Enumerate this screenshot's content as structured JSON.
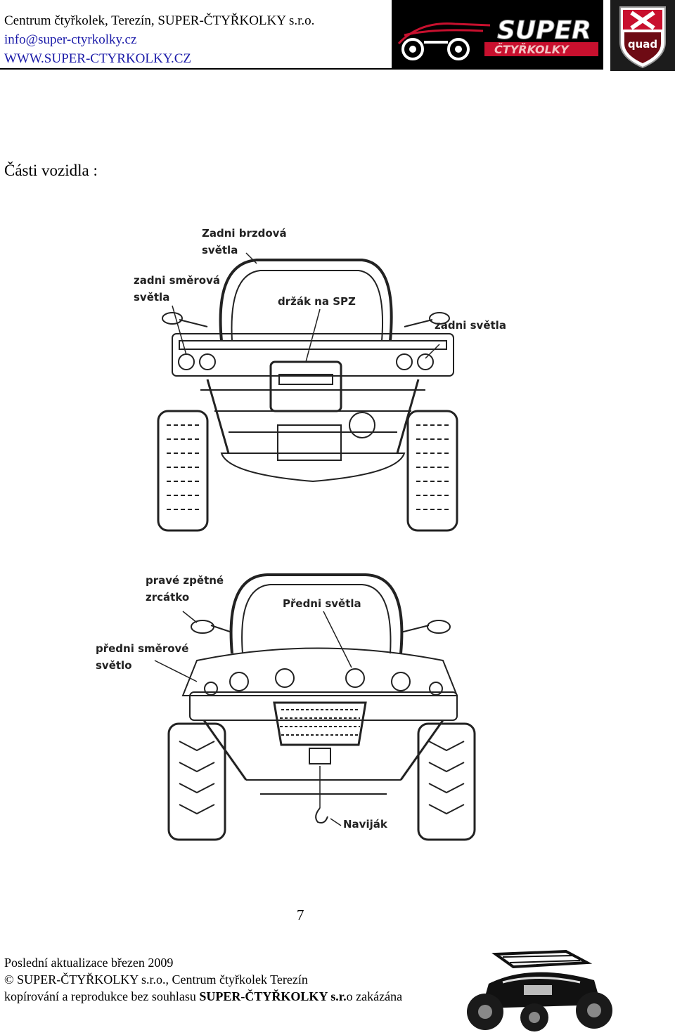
{
  "header": {
    "company_line": "Centrum čtyřkolek, Terezín, SUPER-ČTYŘKOLKY s.r.o.",
    "email": "info@super-ctyrkolky.cz",
    "website": "WWW.SUPER-CTYRKOLKY.CZ",
    "logo_text_top": "SUPER",
    "logo_text_bottom": "ČTYŘKOLKY",
    "badge_text": "quad"
  },
  "section_title": "Části vozidla :",
  "rear_view": {
    "labels": {
      "brake_lights": "Zadni brzdová\nsvětla",
      "rear_indicators": "zadni směrová\nsvětla",
      "plate_holder": "držák na SPZ",
      "rear_lights": "zadni světla"
    }
  },
  "front_view": {
    "labels": {
      "right_mirror": "pravé zpětné\nzrcátko",
      "headlights": "Předni světla",
      "front_indicator": "předni směrové\nsvětlo",
      "winch": "Naviják"
    }
  },
  "page_number": "7",
  "footer": {
    "updated": "Poslední aktualizace březen 2009",
    "copyright": "© SUPER-ČTYŘKOLKY s.r.o., Centrum čtyřkolek Terezín",
    "notice_prefix": "kopírování a reprodukce bez souhlasu ",
    "notice_bold": "SUPER-ČTYŘKOLKY s.r.",
    "notice_suffix": "o zakázána"
  }
}
